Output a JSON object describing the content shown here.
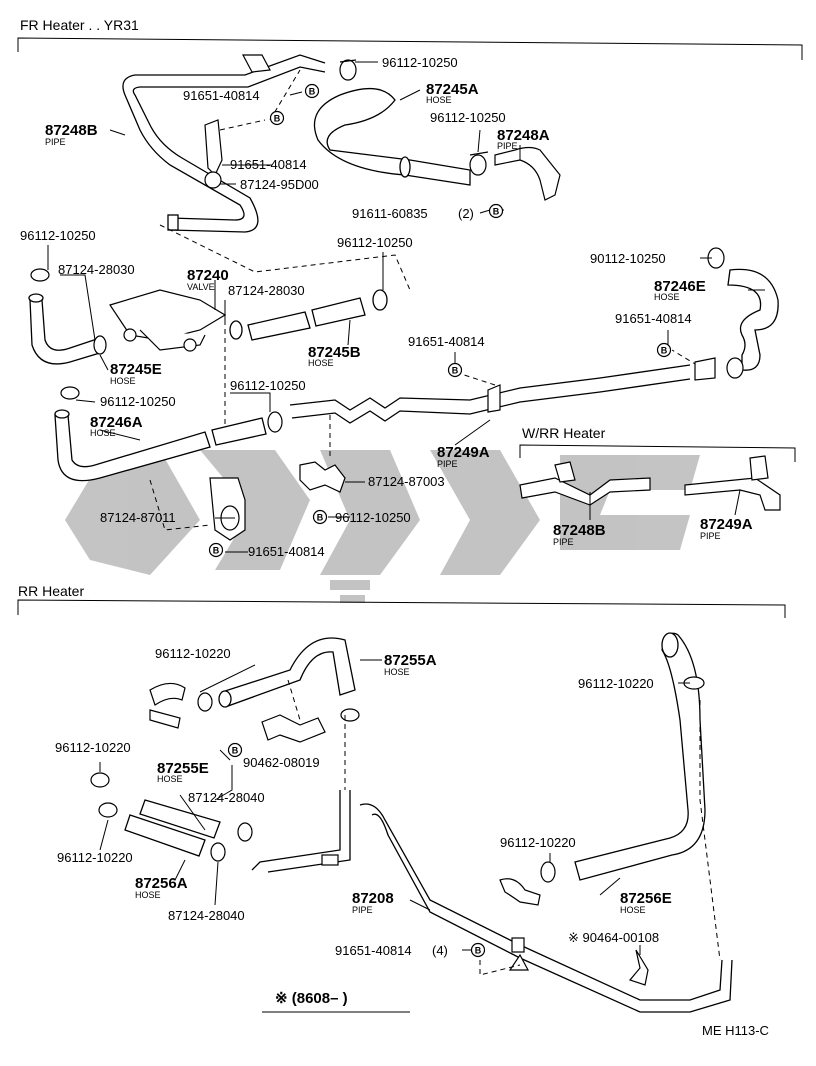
{
  "sections": {
    "fr_heater": "FR Heater . . YR31",
    "rr_heater": "RR Heater",
    "wrr_heater": "W/RR Heater"
  },
  "footnote": "※ (8608–        )",
  "figure_code": "ME H113-C",
  "watermark": {
    "color": "#b0b0b0"
  },
  "labels": {
    "p96112_10250_a": "96112-10250",
    "p87245A": "87245A",
    "hose_87245A": "HOSE",
    "p91651_40814_a": "91651-40814",
    "p96112_10250_b": "96112-10250",
    "p87248A": "87248A",
    "pipe_87248A": "PIPE",
    "p87248B": "87248B",
    "pipe_87248B": "PIPE",
    "p91651_40814_b": "91651-40814",
    "p87124_95D00": "87124-95D00",
    "p91611_60835": "91611-60835",
    "qty_91611": "(2)",
    "p96112_10250_c": "96112-10250",
    "p87124_28030_a": "87124-28030",
    "p87240": "87240",
    "valve_87240": "VALVE",
    "p87124_28030_b": "87124-28030",
    "p96112_10250_d": "96112-10250",
    "p90112_10250": "90112-10250",
    "p87246E": "87246E",
    "hose_87246E": "HOSE",
    "p91651_40814_c": "91651-40814",
    "p87245B": "87245B",
    "hose_87245B": "HOSE",
    "p91651_40814_d": "91651-40814",
    "p87245E": "87245E",
    "hose_87245E": "HOSE",
    "p96112_10250_e": "96112-10250",
    "p96112_10250_f": "96112-10250",
    "p87246A": "87246A",
    "hose_87246A": "HOSE",
    "p87249A": "87249A",
    "pipe_87249A": "PIPE",
    "p87124_87003": "87124-87003",
    "p87124_87011": "87124-87011",
    "p96112_10250_g": "96112-10250",
    "p91651_40814_e": "91651-40814",
    "p87248B_rr": "87248B",
    "pipe_87248B_rr": "PIPE",
    "p87249A_rr": "87249A",
    "pipe_87249A_rr": "PIPE",
    "p96112_10220_a": "96112-10220",
    "p87255A": "87255A",
    "hose_87255A": "HOSE",
    "p96112_10220_b": "96112-10220",
    "p96112_10220_c": "96112-10220",
    "p87255E": "87255E",
    "hose_87255E": "HOSE",
    "p90462_08019": "90462-08019",
    "p87124_28040_a": "87124-28040",
    "p96112_10220_d": "96112-10220",
    "p87256A": "87256A",
    "hose_87256A": "HOSE",
    "p87124_28040_b": "87124-28040",
    "p96112_10220_e": "96112-10220",
    "p87256E": "87256E",
    "hose_87256E": "HOSE",
    "p87208": "87208",
    "pipe_87208": "PIPE",
    "p90464_00108": "※ 90464-00108",
    "p91651_40814_f": "91651-40814",
    "qty_91651": "(4)",
    "bolt_B": "B"
  }
}
